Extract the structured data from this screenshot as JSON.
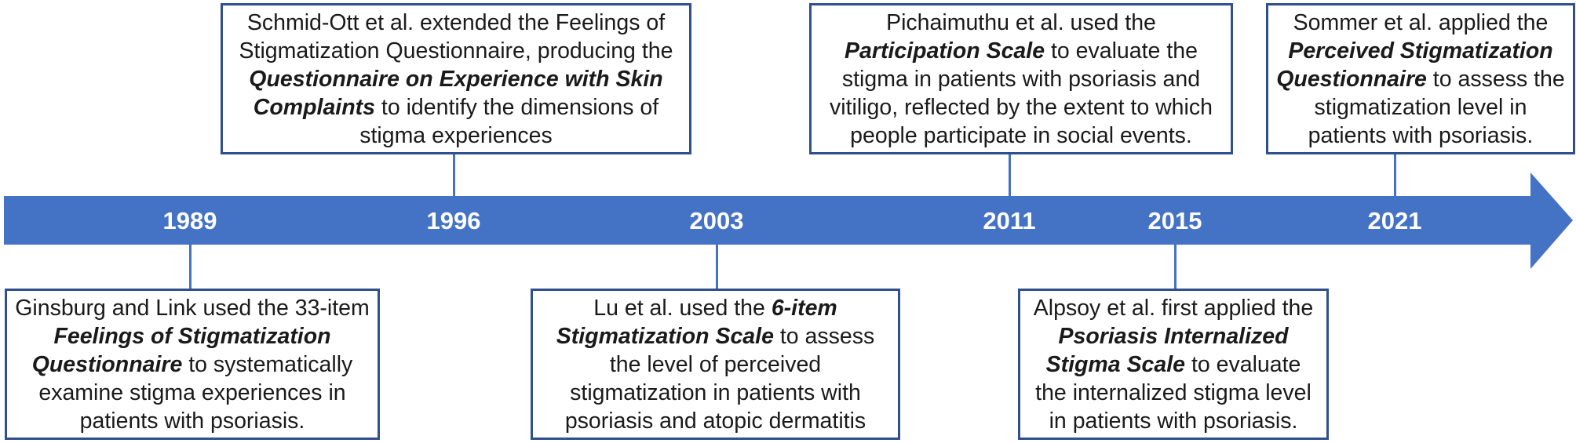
{
  "timeline": {
    "colors": {
      "arrow": "#4472c4",
      "box_border": "#2f4f8f",
      "year_text": "#ffffff"
    },
    "years": [
      "1989",
      "1996",
      "2003",
      "2011",
      "2015",
      "2021"
    ],
    "events": [
      {
        "year": "1989",
        "position": "below",
        "segments": [
          {
            "text": "Ginsburg and Link used the 33-item ",
            "emphasis": false
          },
          {
            "text": "Feelings of Stigmatization Questionnaire",
            "emphasis": true
          },
          {
            "text": " to systematically examine stigma experiences in patients with psoriasis.",
            "emphasis": false
          }
        ]
      },
      {
        "year": "1996",
        "position": "above",
        "segments": [
          {
            "text": "Schmid-Ott et al. extended the Feelings of Stigmatization Questionnaire, producing the ",
            "emphasis": false
          },
          {
            "text": "Questionnaire on Experience with Skin Complaints",
            "emphasis": true
          },
          {
            "text": " to identify the dimensions of stigma experiences",
            "emphasis": false
          }
        ]
      },
      {
        "year": "2003",
        "position": "below",
        "segments": [
          {
            "text": "Lu et al. used the ",
            "emphasis": false
          },
          {
            "text": "6-item Stigmatization Scale",
            "emphasis": true
          },
          {
            "text": " to assess the level of perceived stigmatization in patients with psoriasis and atopic dermatitis",
            "emphasis": false
          }
        ]
      },
      {
        "year": "2011",
        "position": "above",
        "segments": [
          {
            "text": "Pichaimuthu et al. used the ",
            "emphasis": false
          },
          {
            "text": "Participation Scale",
            "emphasis": true
          },
          {
            "text": " to evaluate the stigma in patients with psoriasis and vitiligo, reflected by the extent to which people participate in social events.",
            "emphasis": false
          }
        ]
      },
      {
        "year": "2015",
        "position": "below",
        "segments": [
          {
            "text": "Alpsoy et al. first applied the ",
            "emphasis": false
          },
          {
            "text": "Psoriasis Internalized Stigma Scale",
            "emphasis": true
          },
          {
            "text": " to evaluate the internalized stigma level in patients with psoriasis.",
            "emphasis": false
          }
        ]
      },
      {
        "year": "2021",
        "position": "above",
        "segments": [
          {
            "text": "Sommer et al. applied the ",
            "emphasis": false
          },
          {
            "text": "Perceived Stigmatization Questionnaire",
            "emphasis": true
          },
          {
            "text": " to assess the stigmatization level in patients with psoriasis.",
            "emphasis": false
          }
        ]
      }
    ]
  }
}
